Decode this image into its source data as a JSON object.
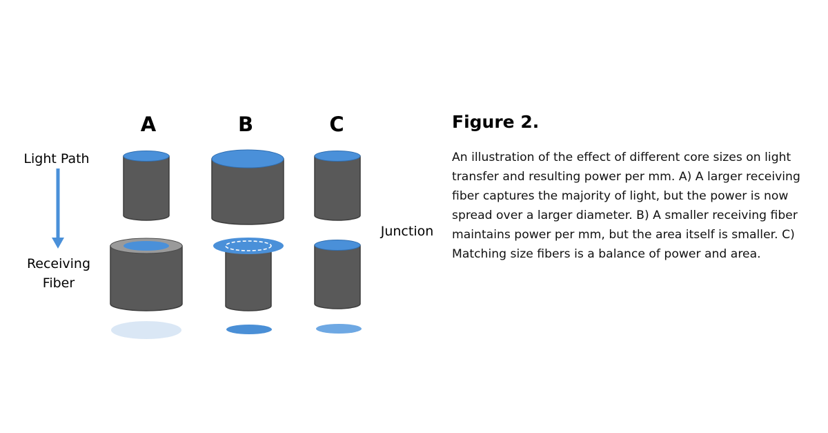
{
  "columns": [
    "A",
    "B",
    "C"
  ],
  "labels": {
    "light_path": "Light Path",
    "receiving_line1": "Receiving",
    "receiving_line2": "Fiber",
    "junction": "Junction"
  },
  "caption": {
    "title": "Figure 2.",
    "body": "An illustration of the effect of different core sizes on light transfer and resulting power per mm. A) A larger receiving fiber captures the majority of light, but the power is now spread over a larger diameter. B) A smaller receiving fiber maintains power per mm, but the area itself is smaller. C) Matching size fibers is a balance of power and area."
  },
  "colors": {
    "fiber_body": "#595959",
    "fiber_outline": "#3c3c3c",
    "core": "#4a90d9",
    "cladding": "#9a9a9a",
    "arrow": "#4a90d9",
    "spot_a": "#dae7f5",
    "spot_b": "#4a8fd6",
    "spot_c": "#6ea8e3"
  }
}
